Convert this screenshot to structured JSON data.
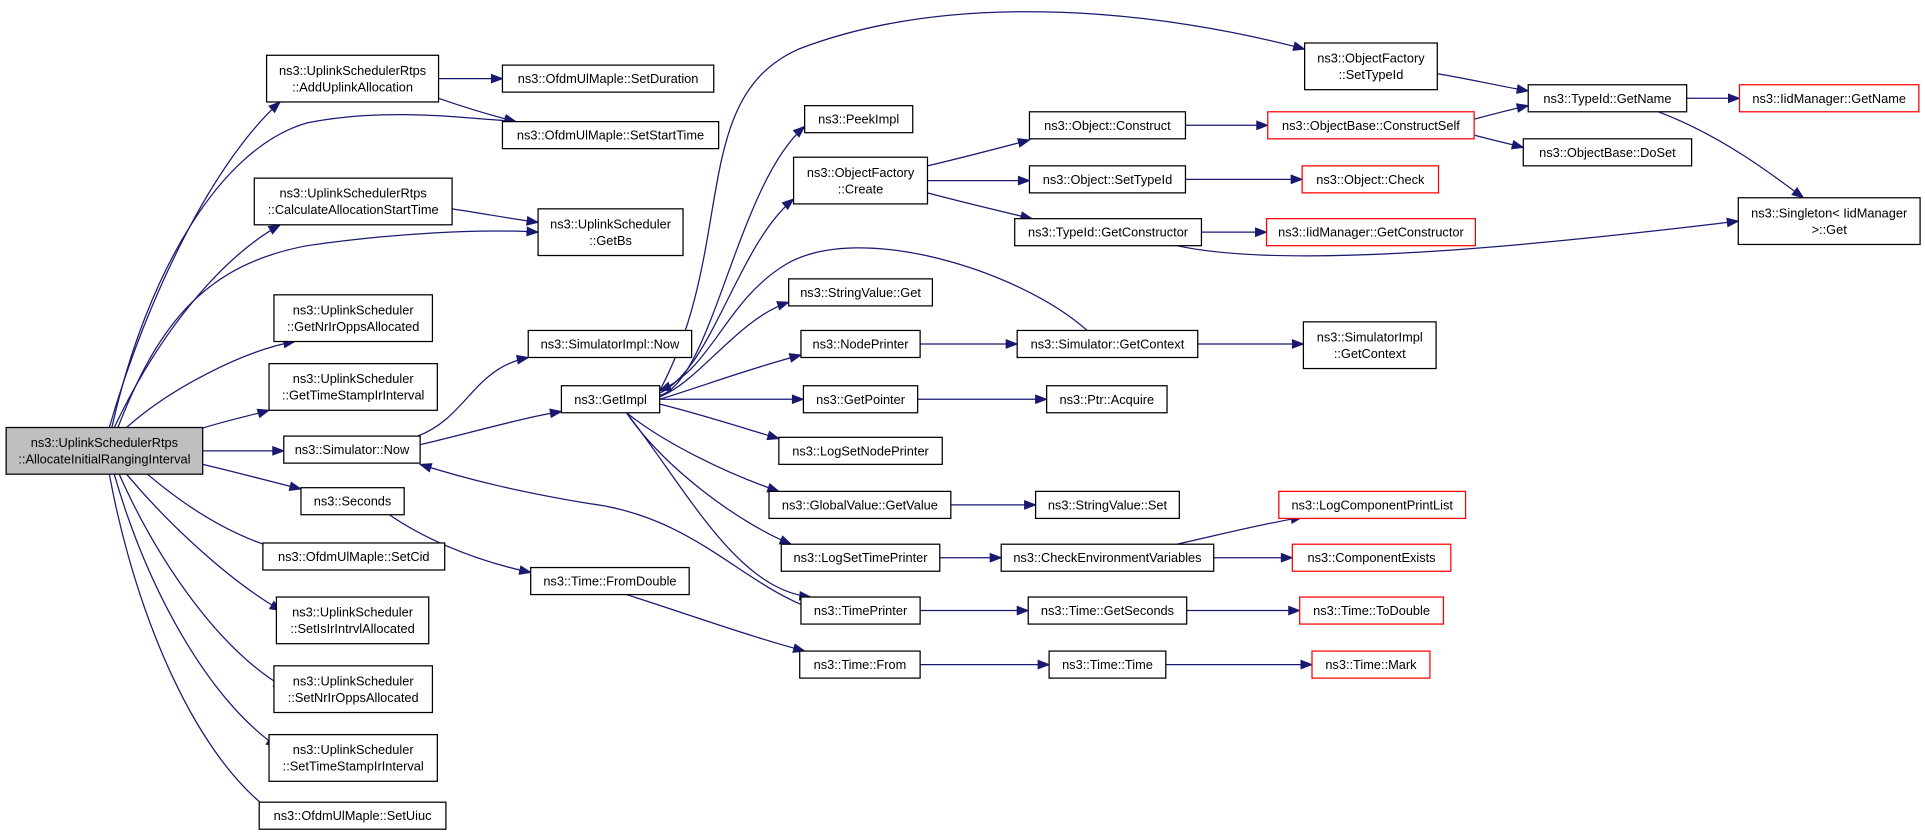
{
  "colors": {
    "edge": "#191970",
    "node_border": "#000000",
    "incomplete_node_border": "#ff0000",
    "root_fill": "#bfbfbf"
  },
  "nodes": {
    "root": {
      "lines": [
        "ns3::UplinkSchedulerRtps",
        "::AllocateInitialRangingInterval"
      ]
    },
    "add_uplink_allocation": {
      "lines": [
        "ns3::UplinkSchedulerRtps",
        "::AddUplinkAllocation"
      ]
    },
    "set_duration": {
      "lines": [
        "ns3::OfdmUlMaple::SetDuration"
      ]
    },
    "set_start_time": {
      "lines": [
        "ns3::OfdmUlMaple::SetStartTime"
      ]
    },
    "calculate_allocation_start_time": {
      "lines": [
        "ns3::UplinkSchedulerRtps",
        "::CalculateAllocationStartTime"
      ]
    },
    "get_bs": {
      "lines": [
        "ns3::UplinkScheduler",
        "::GetBs"
      ]
    },
    "get_nrir_opps_allocated": {
      "lines": [
        "ns3::UplinkScheduler",
        "::GetNrIrOppsAllocated"
      ]
    },
    "get_time_stamp_ir_interval": {
      "lines": [
        "ns3::UplinkScheduler",
        "::GetTimeStampIrInterval"
      ]
    },
    "simulator_now": {
      "lines": [
        "ns3::Simulator::Now"
      ]
    },
    "seconds": {
      "lines": [
        "ns3::Seconds"
      ]
    },
    "set_cid": {
      "lines": [
        "ns3::OfdmUlMaple::SetCid"
      ]
    },
    "set_is_ir_intrvl_allocated": {
      "lines": [
        "ns3::UplinkScheduler",
        "::SetIsIrIntrvlAllocated"
      ]
    },
    "set_nrir_opps_allocated": {
      "lines": [
        "ns3::UplinkScheduler",
        "::SetNrIrOppsAllocated"
      ]
    },
    "set_time_stamp_ir_interval": {
      "lines": [
        "ns3::UplinkScheduler",
        "::SetTimeStampIrInterval"
      ]
    },
    "set_uiuc": {
      "lines": [
        "ns3::OfdmUlMaple::SetUiuc"
      ]
    },
    "simulator_impl_now": {
      "lines": [
        "ns3::SimulatorImpl::Now"
      ]
    },
    "get_impl": {
      "lines": [
        "ns3::GetImpl"
      ]
    },
    "time_from_double": {
      "lines": [
        "ns3::Time::FromDouble"
      ]
    },
    "peek_impl": {
      "lines": [
        "ns3::PeekImpl"
      ]
    },
    "object_factory_create": {
      "lines": [
        "ns3::ObjectFactory",
        "::Create"
      ]
    },
    "string_value_get": {
      "lines": [
        "ns3::StringValue::Get"
      ]
    },
    "node_printer": {
      "lines": [
        "ns3::NodePrinter"
      ]
    },
    "get_pointer": {
      "lines": [
        "ns3::GetPointer"
      ]
    },
    "log_set_node_printer": {
      "lines": [
        "ns3::LogSetNodePrinter"
      ]
    },
    "global_value_get_value": {
      "lines": [
        "ns3::GlobalValue::GetValue"
      ]
    },
    "log_set_time_printer": {
      "lines": [
        "ns3::LogSetTimePrinter"
      ]
    },
    "time_printer": {
      "lines": [
        "ns3::TimePrinter"
      ]
    },
    "time_from": {
      "lines": [
        "ns3::Time::From"
      ]
    },
    "object_factory_set_type_id": {
      "lines": [
        "ns3::ObjectFactory",
        "::SetTypeId"
      ]
    },
    "object_construct": {
      "lines": [
        "ns3::Object::Construct"
      ]
    },
    "object_set_type_id": {
      "lines": [
        "ns3::Object::SetTypeId"
      ]
    },
    "type_id_get_constructor": {
      "lines": [
        "ns3::TypeId::GetConstructor"
      ]
    },
    "simulator_get_context": {
      "lines": [
        "ns3::Simulator::GetContext"
      ]
    },
    "ptr_acquire": {
      "lines": [
        "ns3::Ptr::Acquire"
      ]
    },
    "string_value_set": {
      "lines": [
        "ns3::StringValue::Set"
      ]
    },
    "check_environment_variables": {
      "lines": [
        "ns3::CheckEnvironmentVariables"
      ]
    },
    "time_get_seconds": {
      "lines": [
        "ns3::Time::GetSeconds"
      ]
    },
    "time_time": {
      "lines": [
        "ns3::Time::Time"
      ]
    },
    "object_base_construct_self": {
      "lines": [
        "ns3::ObjectBase::ConstructSelf"
      ]
    },
    "object_check": {
      "lines": [
        "ns3::Object::Check"
      ]
    },
    "iid_manager_get_constructor": {
      "lines": [
        "ns3::IidManager::GetConstructor"
      ]
    },
    "simulator_impl_get_context": {
      "lines": [
        "ns3::SimulatorImpl",
        "::GetContext"
      ]
    },
    "log_component_print_list": {
      "lines": [
        "ns3::LogComponentPrintList"
      ]
    },
    "component_exists": {
      "lines": [
        "ns3::ComponentExists"
      ]
    },
    "time_to_double": {
      "lines": [
        "ns3::Time::ToDouble"
      ]
    },
    "time_mark": {
      "lines": [
        "ns3::Time::Mark"
      ]
    },
    "type_id_get_name": {
      "lines": [
        "ns3::TypeId::GetName"
      ]
    },
    "object_base_do_set": {
      "lines": [
        "ns3::ObjectBase::DoSet"
      ]
    },
    "iid_manager_get_name": {
      "lines": [
        "ns3::IidManager::GetName"
      ]
    },
    "singleton_get": {
      "lines": [
        "ns3::Singleton< IidManager",
        ">::Get"
      ]
    }
  }
}
